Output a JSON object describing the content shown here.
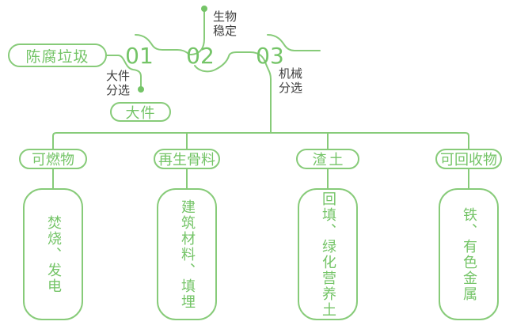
{
  "colors": {
    "green_text": "#74c467",
    "green_line": "#87cb79",
    "label_dark": "#3e3e3e",
    "background": "#ffffff"
  },
  "flow": {
    "source_label": "陈腐垃圾",
    "steps": [
      {
        "number": "01",
        "process_label": "大件\n分选",
        "branch_output": "大件"
      },
      {
        "number": "02",
        "process_label": "生物\n稳定"
      },
      {
        "number": "03",
        "process_label": "机械\n分选"
      }
    ],
    "outputs": [
      {
        "category": "可燃物",
        "use": "焚烧、发电"
      },
      {
        "category": "再生骨料",
        "use": "建筑材料、填埋"
      },
      {
        "category": "渣土",
        "use": "回填、绿化营养土"
      },
      {
        "category": "可回收物",
        "use": "铁、有色金属"
      }
    ]
  }
}
